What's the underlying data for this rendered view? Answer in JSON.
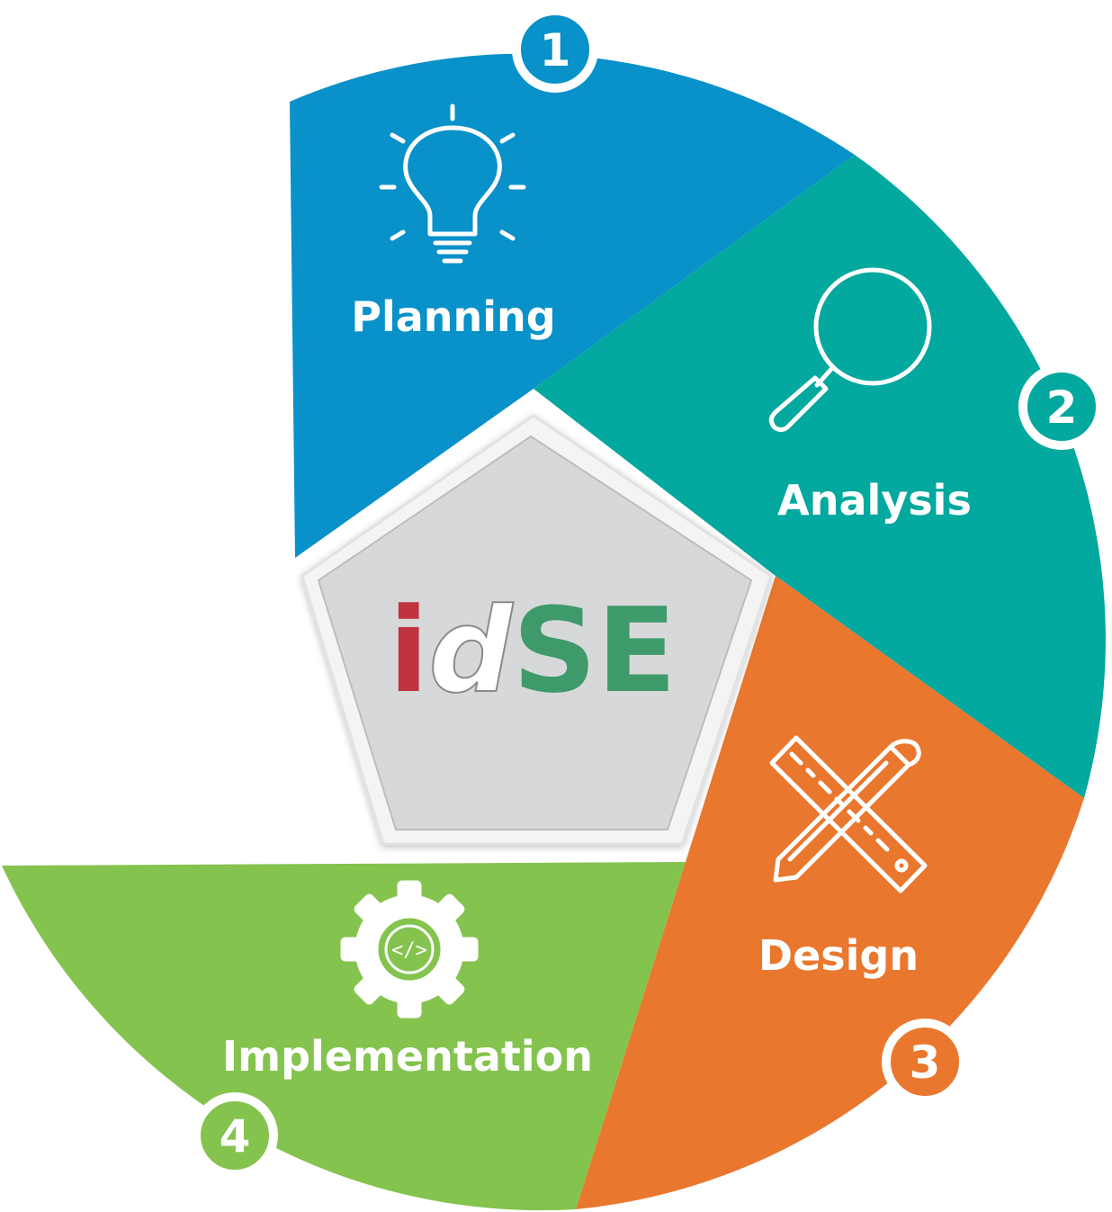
{
  "logo": {
    "letters": [
      "i",
      "d",
      "S",
      "E"
    ],
    "colors": [
      "#c0343f",
      "#ffffff",
      "#3f9a6b",
      "#3f9a6b"
    ]
  },
  "phases": [
    {
      "number": "1",
      "label": "Planning",
      "color": "#0991c9",
      "icon": "lightbulb-icon"
    },
    {
      "number": "2",
      "label": "Analysis",
      "color": "#03a89e",
      "icon": "magnifier-icon"
    },
    {
      "number": "3",
      "label": "Design",
      "color": "#ea772e",
      "icon": "ruler-pencil-icon"
    },
    {
      "number": "4",
      "label": "Implementation",
      "color": "#84c34e",
      "icon": "gear-code-icon"
    }
  ],
  "gear_code_glyph": "</>"
}
